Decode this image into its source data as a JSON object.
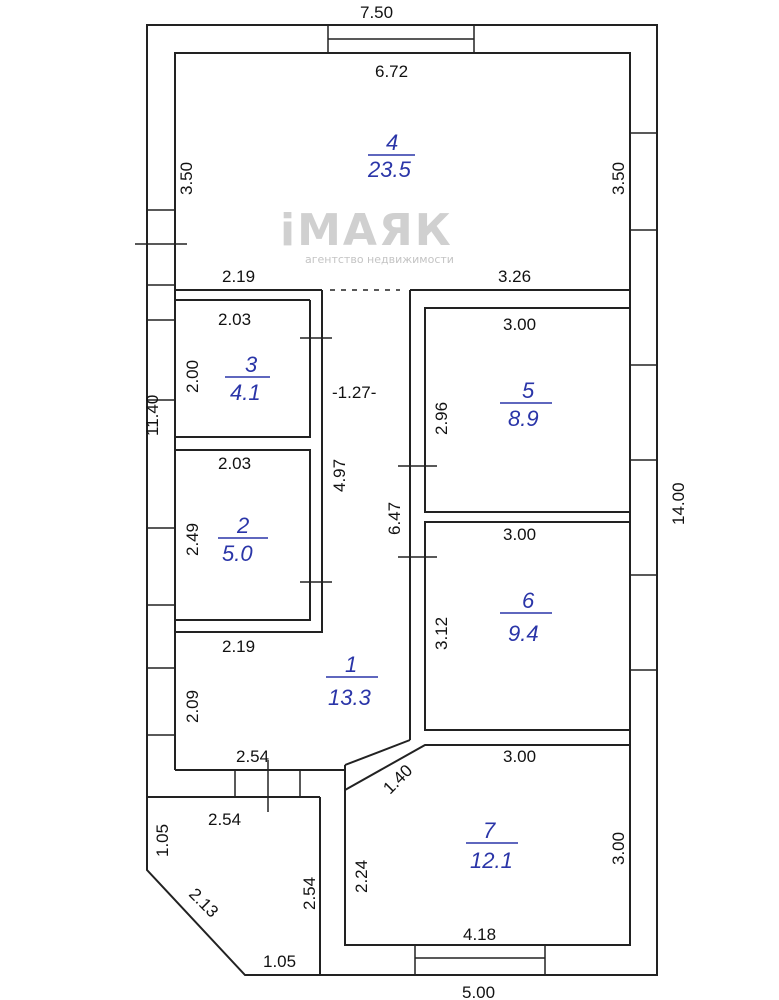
{
  "watermark": {
    "brand": "iМАЯК",
    "subtitle": "агентство недвижимости"
  },
  "dimensions": {
    "top_outer": "7.50",
    "top_inner": "6.72",
    "left_top": "3.50",
    "right_top": "3.50",
    "hall_left": "2.19",
    "hall_right": "3.26",
    "r3_w": "2.03",
    "r3_h": "2.00",
    "corridor": "-1.27-",
    "r5_w": "3.00",
    "r5_h": "2.96",
    "left_total": "11.40",
    "r2_w": "2.03",
    "corr_len": "4.97",
    "corr_len2": "6.47",
    "right_total": "14.00",
    "r2_h": "2.49",
    "r6_w": "3.00",
    "r6_h": "3.12",
    "r1_w": "2.19",
    "r1_h": "2.09",
    "door_w": "2.54",
    "diag_door": "1.40",
    "r7_w": "3.00",
    "terrace_top": "2.54",
    "terrace_left": "1.05",
    "r7_left": "2.24",
    "r7_right": "3.00",
    "terrace_right": "2.54",
    "terrace_diag": "2.13",
    "r7_bottom": "4.18",
    "terrace_bottom": "1.05",
    "bottom_outer": "5.00"
  },
  "rooms": [
    {
      "num": "4",
      "area": "23.5"
    },
    {
      "num": "3",
      "area": "4.1"
    },
    {
      "num": "5",
      "area": "8.9"
    },
    {
      "num": "2",
      "area": "5.0"
    },
    {
      "num": "6",
      "area": "9.4"
    },
    {
      "num": "1",
      "area": "13.3"
    },
    {
      "num": "7",
      "area": "12.1"
    }
  ]
}
